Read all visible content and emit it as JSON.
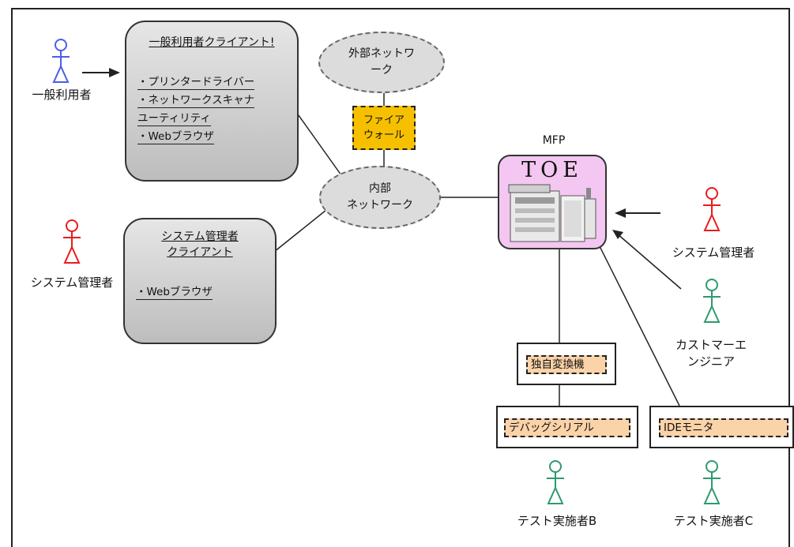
{
  "actors": {
    "general_user": {
      "label": "一般利用者",
      "color": "#4a5ee8"
    },
    "admin_left": {
      "label": "システム管理者",
      "color": "#e81c1c"
    },
    "admin_right": {
      "label": "システム管理者",
      "color": "#e81c1c"
    },
    "customer_engineer": {
      "label_line1": "カストマーエ",
      "label_line2": "ンジニア",
      "color": "#2e9a6e"
    },
    "tester_b": {
      "label": "テスト実施者B",
      "color": "#2e9a6e"
    },
    "tester_c": {
      "label": "テスト実施者C",
      "color": "#2e9a6e"
    }
  },
  "general_client": {
    "title": "一般利用者クライアント!",
    "items": [
      "・プリンタードライバー",
      "・ネットワークスキャナ",
      "ユーティリティ",
      "・Webブラウザ"
    ]
  },
  "admin_client": {
    "title_line1": "システム管理者",
    "title_line2": "クライアント",
    "items": [
      "・Webブラウザ"
    ]
  },
  "external_network": {
    "line1": "外部ネットワ",
    "line2": "ーク"
  },
  "internal_network": {
    "line1": "内部",
    "line2": "ネットワーク"
  },
  "firewall": {
    "line1": "ファイア",
    "line2": "ウォール",
    "color": "#f6c000"
  },
  "mfp": {
    "label": "MFP",
    "toe": "TOE",
    "color": "#f3c7f1"
  },
  "devices": {
    "converter": "独自変換機",
    "debug_serial": "デバッグシリアル",
    "ide_monitor": "IDEモニタ",
    "color": "#fbd3a8"
  }
}
